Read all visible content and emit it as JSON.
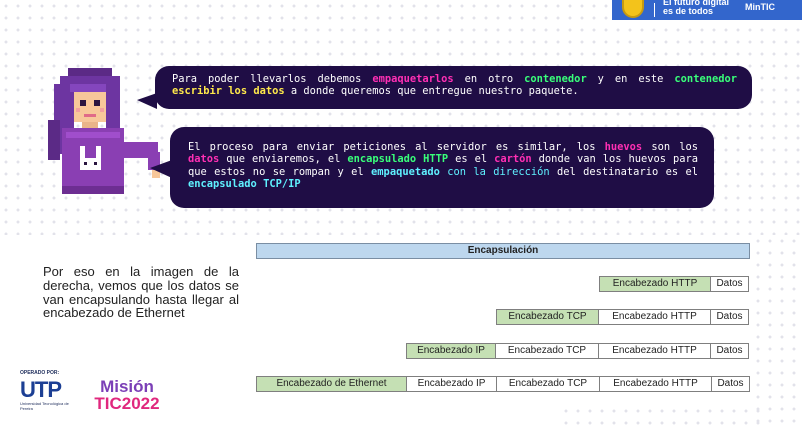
{
  "header": {
    "gov_text": "El futuro digital es de todos",
    "ministry": "MinTIC"
  },
  "bubble_1": [
    {
      "text": "Para poder llevarlos debemos ",
      "style": "plain"
    },
    {
      "text": "empaquetarlos",
      "style": "pink"
    },
    {
      "text": " en otro ",
      "style": "plain"
    },
    {
      "text": "contenedor",
      "style": "green"
    },
    {
      "text": " y en este ",
      "style": "plain"
    },
    {
      "text": "contenedor",
      "style": "green"
    },
    {
      "text": " ",
      "style": "plain"
    },
    {
      "text": "escribir los datos",
      "style": "yellow"
    },
    {
      "text": " a donde queremos que entregue nuestro paquete.",
      "style": "plain"
    }
  ],
  "bubble_2": [
    {
      "text": "El proceso para enviar peticiones al servidor es similar, los ",
      "style": "plain"
    },
    {
      "text": "huevos",
      "style": "pink"
    },
    {
      "text": " son los ",
      "style": "plain"
    },
    {
      "text": "datos",
      "style": "pink"
    },
    {
      "text": " que enviaremos, el ",
      "style": "plain"
    },
    {
      "text": "encapsulado HTTP",
      "style": "green"
    },
    {
      "text": " es el ",
      "style": "plain"
    },
    {
      "text": "cartón",
      "style": "pink"
    },
    {
      "text": " donde van los huevos para que estos no se rompan y el ",
      "style": "plain"
    },
    {
      "text": "empaquetado",
      "style": "cyan"
    },
    {
      "text": " con la dirección",
      "style": "cyan-plain"
    },
    {
      "text": " del destinatario es el ",
      "style": "plain"
    },
    {
      "text": "encapsulado TCP/IP",
      "style": "cyan"
    }
  ],
  "explanation": "Por eso en la imagen de la derecha, vemos que los datos se van encapsulando hasta llegar al encabezado de Ethernet",
  "diagram": {
    "title": "Encapsulación",
    "rows": [
      [
        {
          "label": "Encabezado HTTP",
          "green": true,
          "w": "http"
        },
        {
          "label": "Datos",
          "green": false,
          "w": "datos"
        }
      ],
      [
        {
          "label": "Encabezado TCP",
          "green": true,
          "w": "tcp"
        },
        {
          "label": "Encabezado HTTP",
          "green": false,
          "w": "http"
        },
        {
          "label": "Datos",
          "green": false,
          "w": "datos"
        }
      ],
      [
        {
          "label": "Encabezado IP",
          "green": true,
          "w": "ip"
        },
        {
          "label": "Encabezado TCP",
          "green": false,
          "w": "tcp"
        },
        {
          "label": "Encabezado HTTP",
          "green": false,
          "w": "http"
        },
        {
          "label": "Datos",
          "green": false,
          "w": "datos"
        }
      ],
      [
        {
          "label": "Encabezado de Ethernet",
          "green": true,
          "w": "eth"
        },
        {
          "label": "Encabezado IP",
          "green": false,
          "w": "ip"
        },
        {
          "label": "Encabezado TCP",
          "green": false,
          "w": "tcp"
        },
        {
          "label": "Encabezado HTTP",
          "green": false,
          "w": "http"
        },
        {
          "label": "Datos",
          "green": false,
          "w": "datos"
        }
      ]
    ]
  },
  "logos": {
    "utp_caption": "OPERADO POR:",
    "utp_mark": "UTP",
    "utp_name": "Universidad Tecnológica de Pereira",
    "mision_line1": "Misión",
    "mision_line2": "TIC2022"
  },
  "colors": {
    "bubble_bg": "#1f0d45",
    "highlight_pink": "#ff2fb4",
    "highlight_green": "#39ff7a",
    "highlight_yellow": "#ffe94a",
    "highlight_cyan": "#5ff1ff",
    "header_bg": "#bdd7ee",
    "header_cell_bg": "#c5e0b4",
    "gov_blue": "#3366cc"
  }
}
